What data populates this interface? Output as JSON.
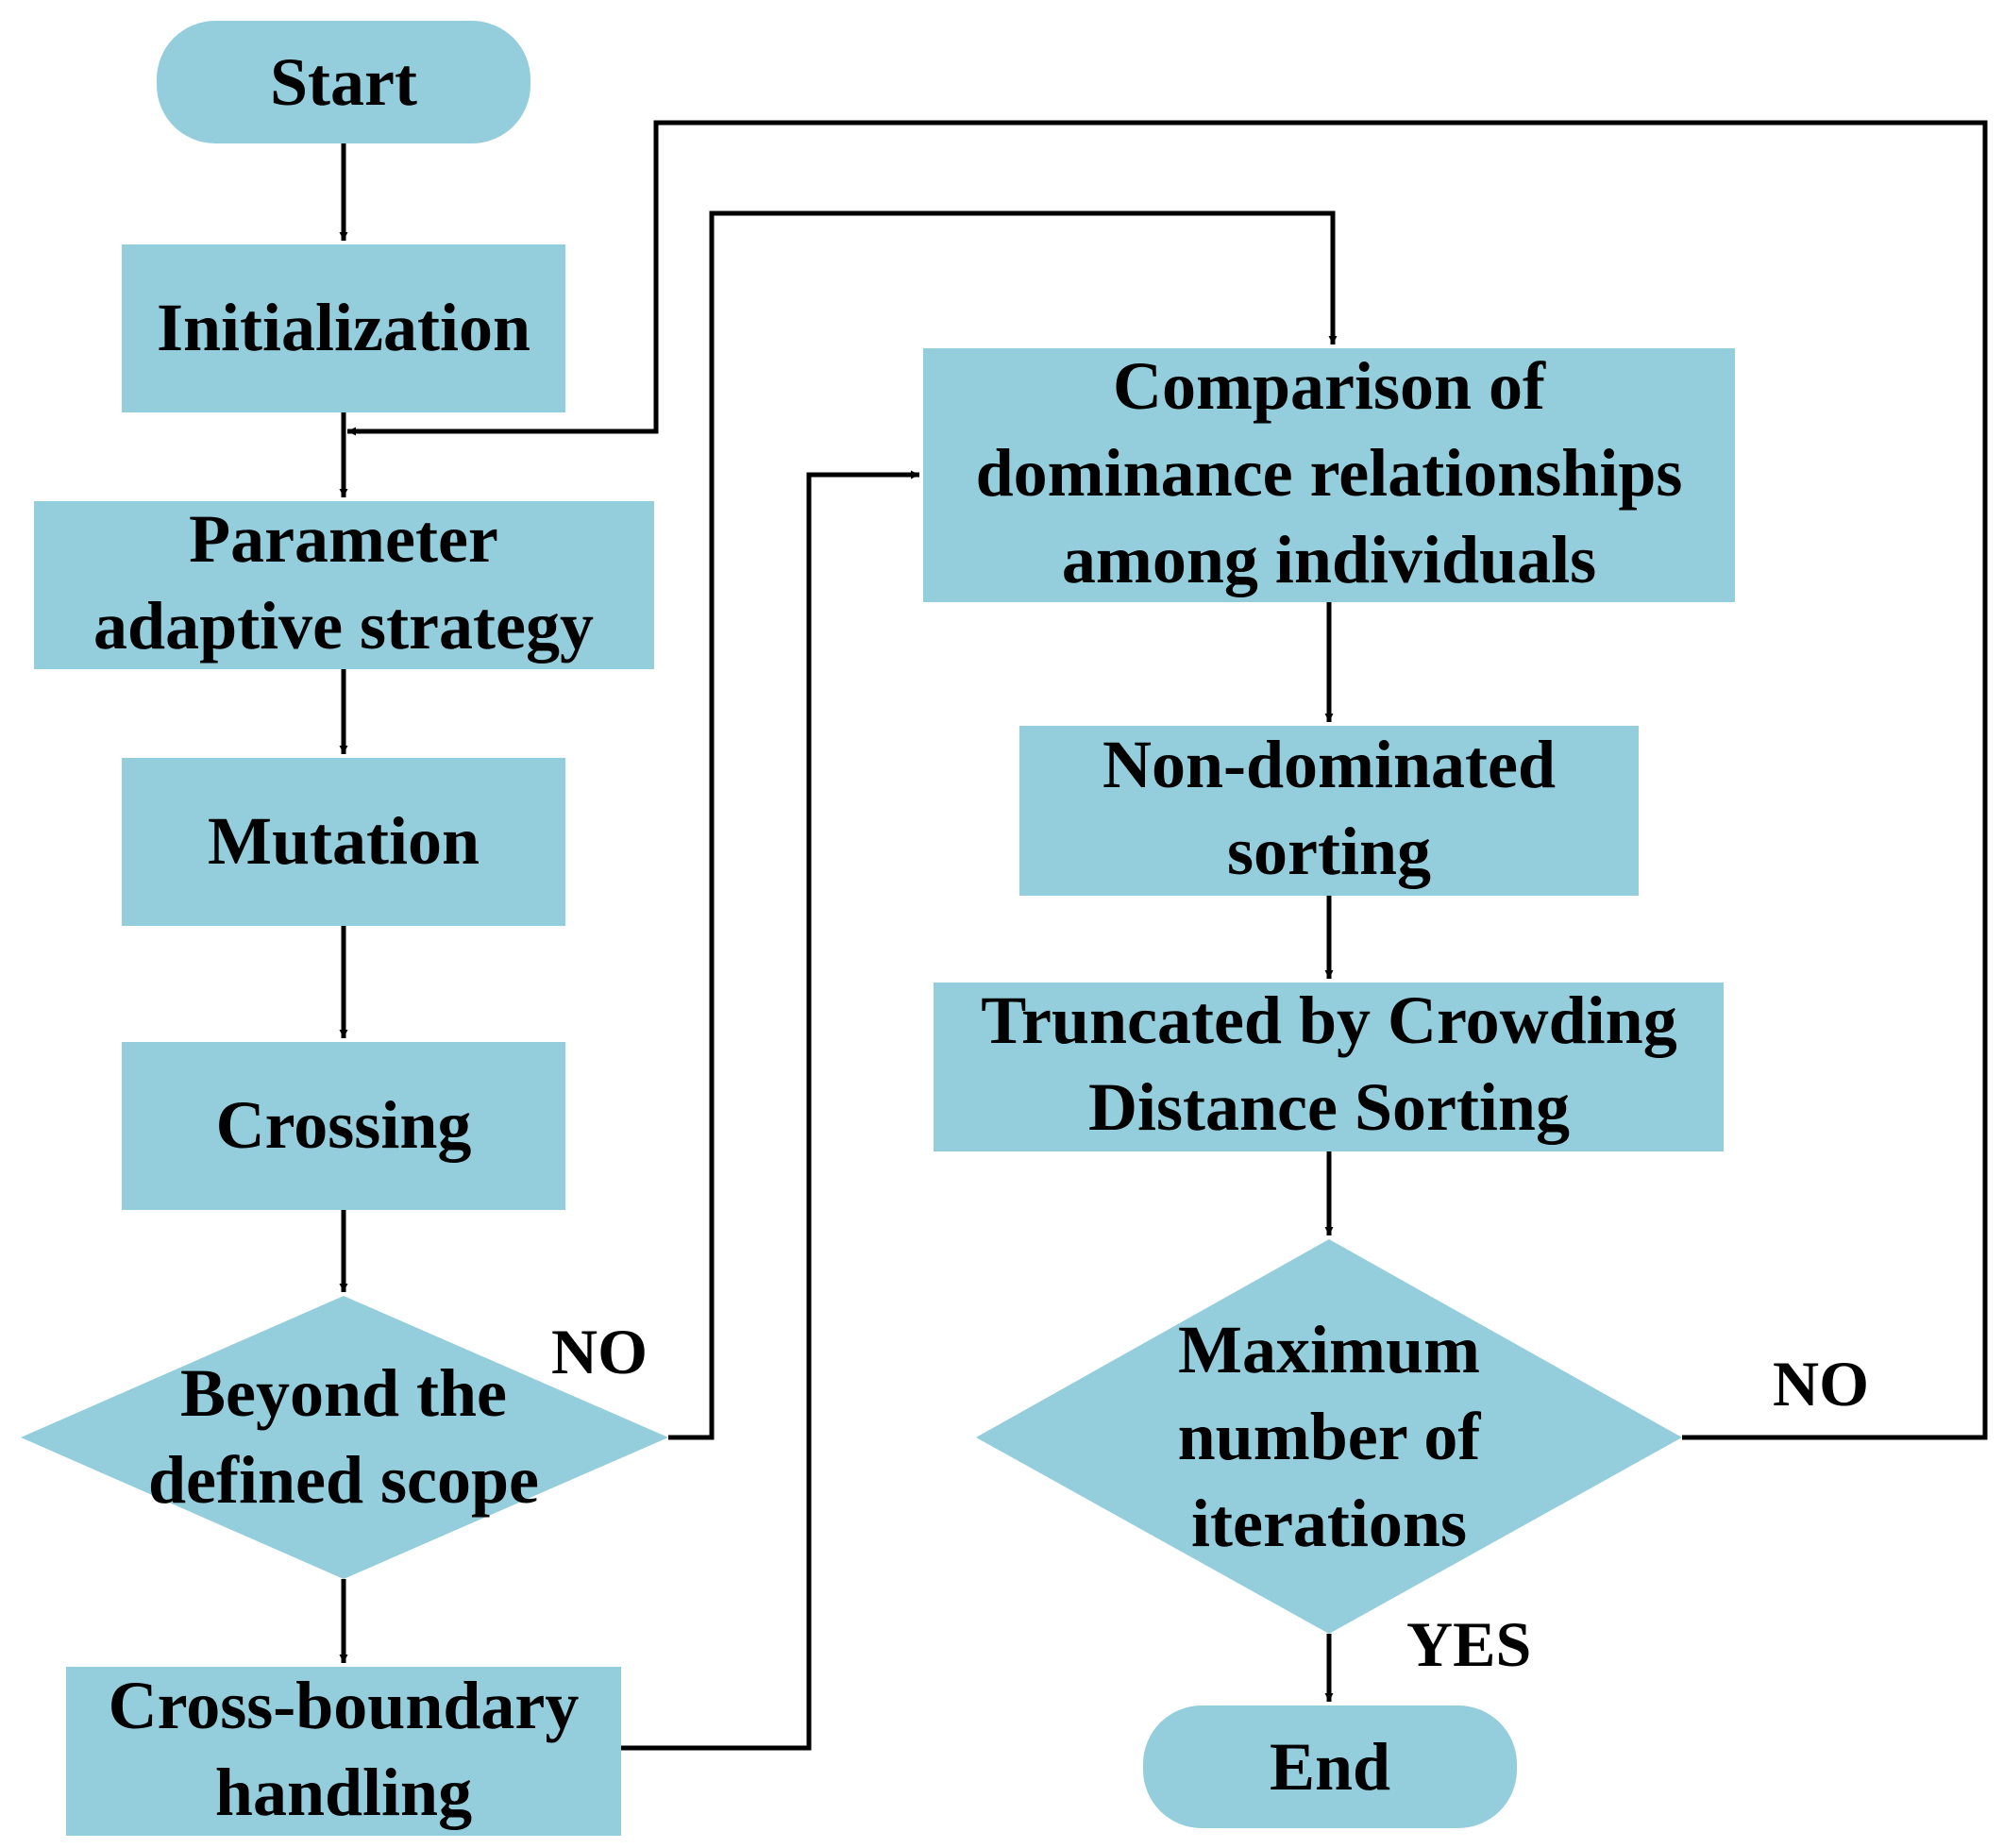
{
  "colors": {
    "node_fill": "#94cedc",
    "line": "#000000",
    "text": "#000000"
  },
  "nodes": {
    "start": {
      "shape": "terminator",
      "lines": [
        "Start"
      ]
    },
    "initialization": {
      "shape": "process",
      "lines": [
        "Initialization"
      ]
    },
    "parameter": {
      "shape": "process",
      "lines": [
        "Parameter",
        "adaptive strategy"
      ]
    },
    "mutation": {
      "shape": "process",
      "lines": [
        "Mutation"
      ]
    },
    "crossing": {
      "shape": "process",
      "lines": [
        "Crossing"
      ]
    },
    "beyond": {
      "shape": "decision",
      "lines": [
        "Beyond the",
        "defined scope"
      ]
    },
    "crossboundary": {
      "shape": "process",
      "lines": [
        "Cross-boundary",
        "handling"
      ]
    },
    "comparison": {
      "shape": "process",
      "lines": [
        "Comparison of",
        "dominance relationships",
        "among individuals"
      ]
    },
    "nondominated": {
      "shape": "process",
      "lines": [
        "Non-dominated",
        "sorting"
      ]
    },
    "truncated": {
      "shape": "process",
      "lines": [
        "Truncated by Crowding",
        "Distance Sorting"
      ]
    },
    "maximum": {
      "shape": "decision",
      "lines": [
        "Maximum",
        "number of",
        "iterations"
      ]
    },
    "end": {
      "shape": "terminator",
      "lines": [
        "End"
      ]
    }
  },
  "edges": [
    {
      "from": "start",
      "to": "initialization",
      "label": ""
    },
    {
      "from": "initialization",
      "to": "parameter",
      "label": ""
    },
    {
      "from": "parameter",
      "to": "mutation",
      "label": ""
    },
    {
      "from": "mutation",
      "to": "crossing",
      "label": ""
    },
    {
      "from": "crossing",
      "to": "beyond",
      "label": ""
    },
    {
      "from": "beyond",
      "to": "crossboundary",
      "label": ""
    },
    {
      "from": "beyond",
      "to": "comparison",
      "label": "NO"
    },
    {
      "from": "crossboundary",
      "to": "comparison",
      "label": ""
    },
    {
      "from": "comparison",
      "to": "nondominated",
      "label": ""
    },
    {
      "from": "nondominated",
      "to": "truncated",
      "label": ""
    },
    {
      "from": "truncated",
      "to": "maximum",
      "label": ""
    },
    {
      "from": "maximum",
      "to": "parameter",
      "label": "NO"
    },
    {
      "from": "maximum",
      "to": "end",
      "label": "YES"
    }
  ]
}
